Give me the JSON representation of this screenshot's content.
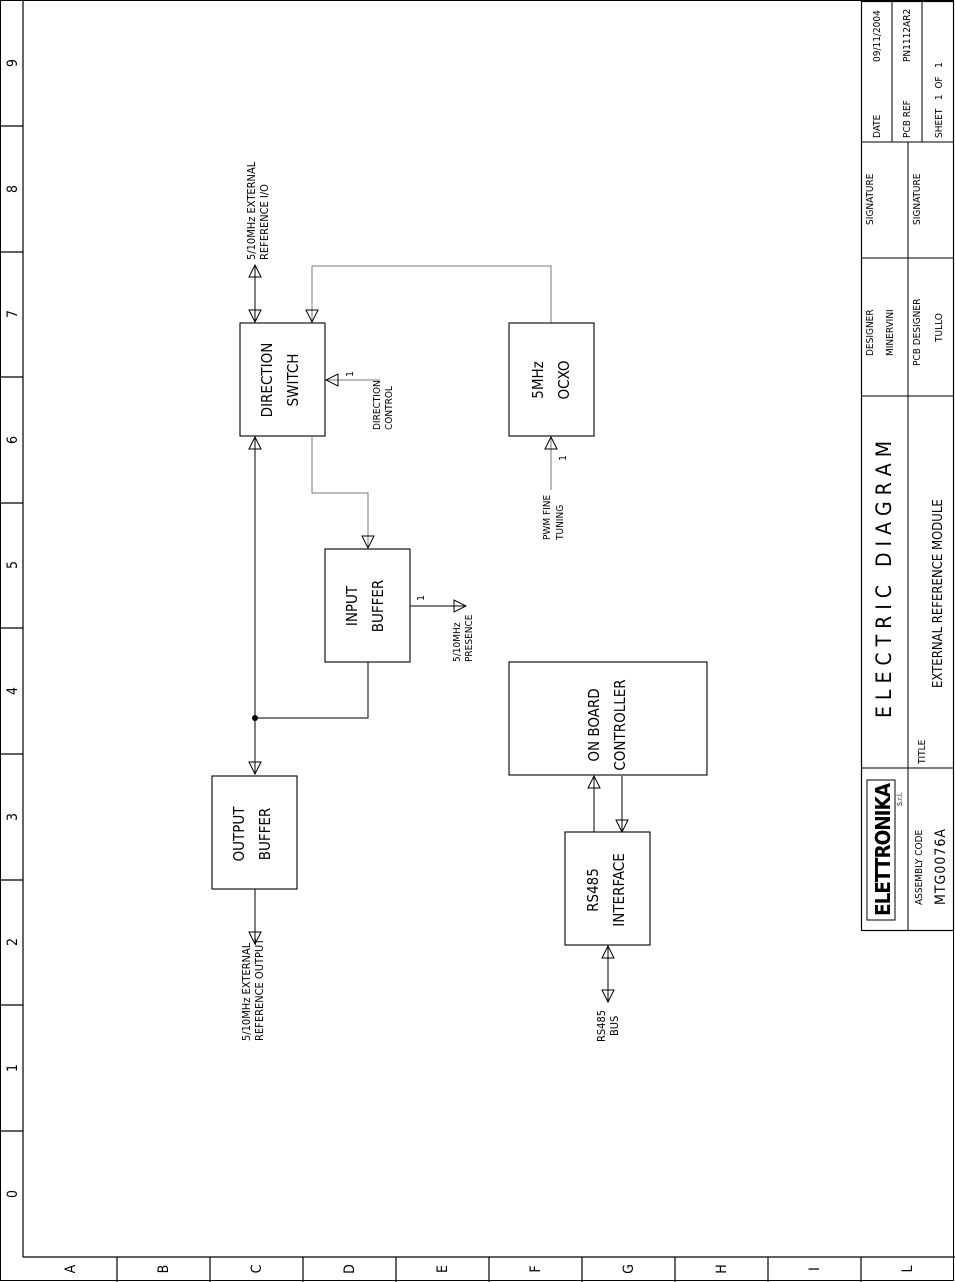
{
  "border": {
    "columns": [
      "9",
      "8",
      "7",
      "6",
      "5",
      "4",
      "3",
      "2",
      "1",
      "0"
    ],
    "rows": [
      "A",
      "B",
      "C",
      "D",
      "E",
      "F",
      "G",
      "H",
      "I",
      "L"
    ]
  },
  "blocks": {
    "direction_switch": [
      "DIRECTION",
      "SWITCH"
    ],
    "ocxo": [
      "5MHz",
      "OCXO"
    ],
    "input_buffer": [
      "INPUT",
      "BUFFER"
    ],
    "onboard_controller": [
      "ON BOARD",
      "CONTROLLER"
    ],
    "output_buffer": [
      "OUTPUT",
      "BUFFER"
    ],
    "rs485_interface": [
      "RS485",
      "INTERFACE"
    ]
  },
  "signals": {
    "ext_ref_io": [
      "5/10MHz EXTERNAL",
      "REFERENCE I/O"
    ],
    "direction_control": [
      "DIRECTION",
      "CONTROL"
    ],
    "direction_control_pin": "1",
    "pwm_fine_tuning": [
      "PWM FINE",
      "TUNING"
    ],
    "pwm_pin": "1",
    "presence": [
      "5/10MHz",
      "PRESENCE"
    ],
    "presence_pin": "1",
    "ext_ref_output": [
      "5/10MHz EXTERNAL",
      "REFERENCE OUTPUT"
    ],
    "rs485_bus": [
      "RS485",
      "BUS"
    ]
  },
  "title_block": {
    "date_label": "DATE",
    "date": "09/11/2004",
    "pcb_ref_label": "PCB REF",
    "pcb_ref": "PN1112AR2",
    "sheet": "SHEET   1  OF   1",
    "signature_label": "SIGNATURE",
    "signature2_label": "SIGNATURE",
    "designer_label": "DESIGNER",
    "designer": "MINERVINI",
    "pcb_designer_label": "PCB DESIGNER",
    "pcb_designer": "TULLO",
    "heading": "E L E C T R I C   D I A G R A M",
    "title_label": "TITLE",
    "title": "EXTERNAL REFERENCE MODULE",
    "logo": "ELETTRONIKA",
    "logo_sub": "S.r.l.",
    "assembly_label": "ASSEMBLY CODE",
    "assembly_code": "MTG0076A"
  }
}
